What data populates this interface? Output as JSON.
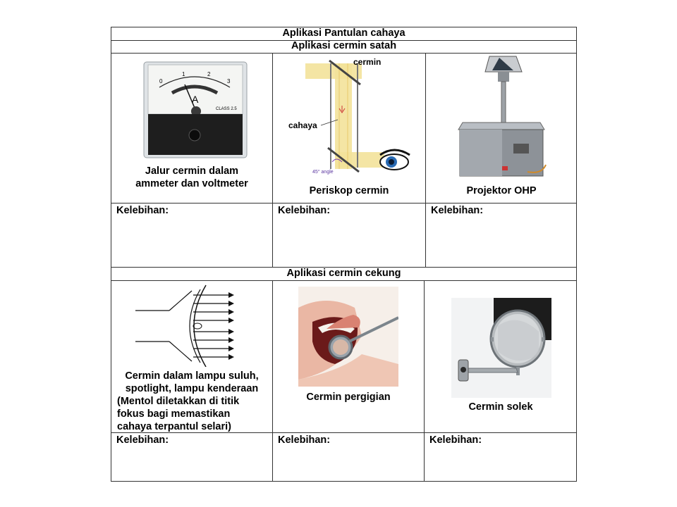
{
  "title": "Aplikasi Pantulan cahaya",
  "section1": {
    "heading": "Aplikasi cermin satah",
    "items": [
      {
        "caption_line1": "Jalur cermin dalam",
        "caption_line2": "ammeter dan voltmeter",
        "icon": "ammeter-icon"
      },
      {
        "caption": "Periskop cermin",
        "label_mirror": "cermin",
        "label_light": "cahaya",
        "label_angle": "45° angle",
        "icon": "periscope-diagram"
      },
      {
        "caption": "Projektor OHP",
        "icon": "overhead-projector-icon"
      }
    ],
    "meter": {
      "unit": "A",
      "scale": [
        "0",
        "1",
        "2",
        "3"
      ],
      "class_label": "CLASS 2.5"
    }
  },
  "section2": {
    "heading": "Aplikasi cermin cekung",
    "items": [
      {
        "caption_lines": [
          "Cermin dalam lampu suluh,",
          "spotlight, lampu kenderaan"
        ],
        "note_lines": [
          "(Mentol diletakkan di titik",
          "fokus bagi memastikan",
          "cahaya terpantul selari)"
        ],
        "icon": "flashlight-reflector-diagram"
      },
      {
        "caption": "Cermin pergigian",
        "icon": "dental-mirror-photo"
      },
      {
        "caption": "Cermin solek",
        "icon": "makeup-mirror-photo"
      }
    ]
  },
  "kelebihan_label": "Kelebihan:",
  "colors": {
    "border": "#333333",
    "background": "#ffffff",
    "light_beam": "#f3e29a",
    "eye_blue": "#2a6bb3"
  }
}
